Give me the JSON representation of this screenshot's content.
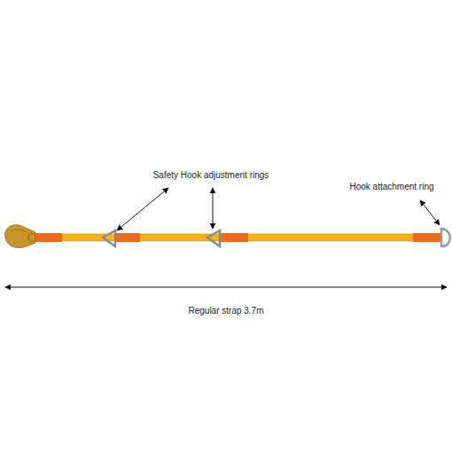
{
  "diagram": {
    "labels": [
      "Safety Hook adjustment rings",
      "Hook attachment ring",
      "Regular strap 3.7m"
    ]
  }
}
